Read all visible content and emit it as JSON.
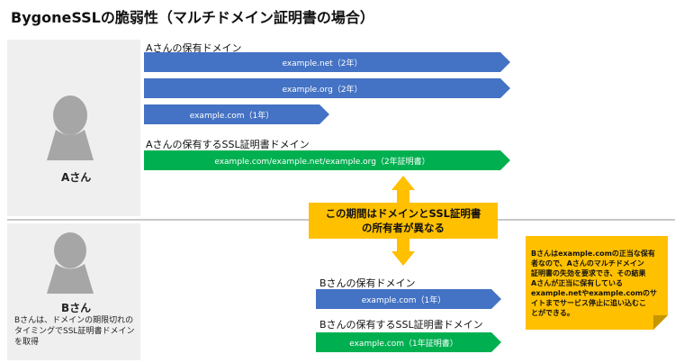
{
  "title": "BygoneSSLの脆弱性（マルチドメイン証明書の場合）",
  "person_a": {
    "name": "Aさん"
  },
  "person_b": {
    "name": "Bさん",
    "description": "Bさんは、ドメインの期限切れのタイミングでSSL証明書ドメインを取得"
  },
  "a_domains": {
    "label": "Aさんの保有ドメイン",
    "items": [
      "example.net（2年）",
      "example.org（2年）",
      "example.com（1年）"
    ]
  },
  "a_cert": {
    "label": "Aさんの保有するSSL証明書ドメイン",
    "value": "example.com/example.net/example.org（2年証明書）"
  },
  "callout": {
    "line1": "この期間はドメインとSSL証明書",
    "line2": "の所有者が異なる"
  },
  "b_domains": {
    "label": "Bさんの保有ドメイン",
    "items": [
      "example.com（1年）"
    ]
  },
  "b_cert": {
    "label": "Bさんの保有するSSL証明書ドメイン",
    "value": "example.com（1年証明書）"
  },
  "note": {
    "lines": [
      "Bさんはexample.comの正当な保有",
      "者なので、Aさんのマルチドメイン",
      "証明書の失効を要求でき、その結果",
      "Aさんが正当に保有している",
      "example.netやexample.comのサ",
      "イトまでサービス停止に追い込むこ",
      "とができる。"
    ]
  },
  "colors": {
    "blue": "#4472c4",
    "green": "#00b050",
    "callout": "#ffc000",
    "panel": "#efefef"
  }
}
